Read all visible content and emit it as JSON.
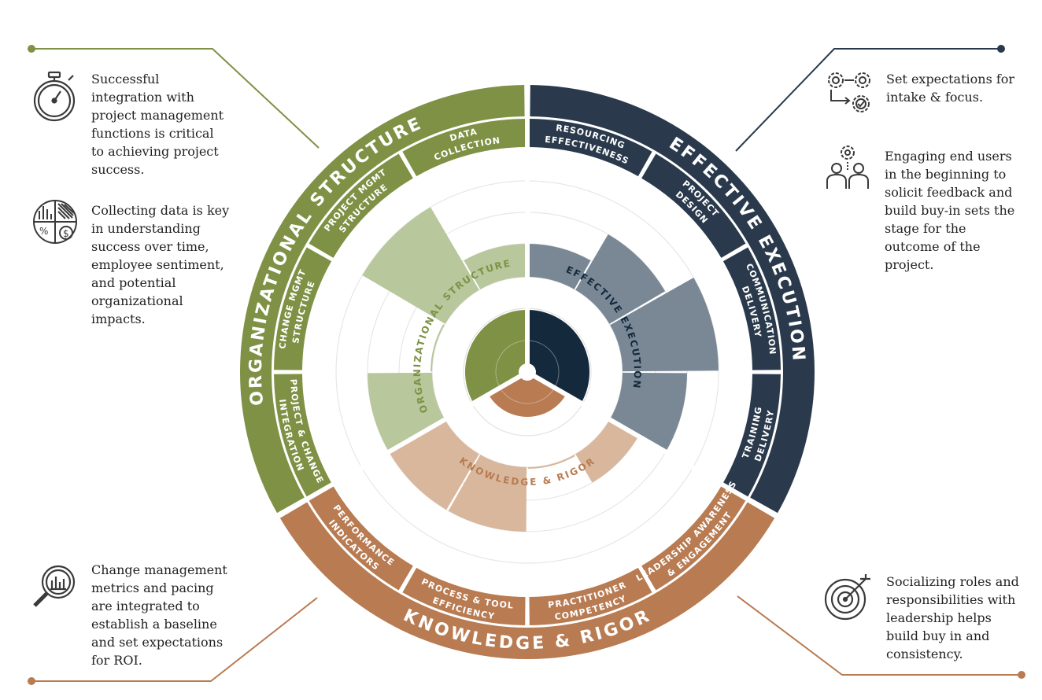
{
  "colors": {
    "green": "#7e9144",
    "green_light": "#b8c79c",
    "navy": "#2a3a4c",
    "navy_dark": "#142a3c",
    "slate": "#7a8896",
    "copper": "#b87b52",
    "copper_light": "#d9b79c"
  },
  "sections": {
    "organizational": {
      "title": "ORGANIZATIONAL STRUCTURE",
      "inner_title": "ORGANIZATIONAL STRUCTURE",
      "subs": [
        {
          "line1": "PROJECT & CHANGE",
          "line2": "INTEGRATION",
          "level": 3
        },
        {
          "line1": "CHANGE MGMT",
          "line2": "STRUCTURE",
          "level": 1
        },
        {
          "line1": "PROJECT MGMT",
          "line2": "STRUCTURE",
          "level": 4
        },
        {
          "line1": "DATA",
          "line2": "COLLECTION",
          "level": 2
        }
      ]
    },
    "effective": {
      "title": "EFFECTIVE EXECUTION",
      "inner_title": "EFFECTIVE EXECUTION",
      "subs": [
        {
          "line1": "RESOURCING",
          "line2": "EFFECTIVENESS",
          "level": 2
        },
        {
          "line1": "PROJECT",
          "line2": "DESIGN",
          "level": 3
        },
        {
          "line1": "COMMUNICATION",
          "line2": "DELIVERY",
          "level": 4
        },
        {
          "line1": "TRAINING",
          "line2": "DELIVERY",
          "level": 3
        }
      ]
    },
    "knowledge": {
      "title": "KNOWLEDGE & RIGOR",
      "inner_title": "KNOWLEDGE & RIGOR",
      "subs": [
        {
          "line1": "LEADERSHIP AWARENESS",
          "line2": "& ENGAGEMENT",
          "level": 2
        },
        {
          "line1": "PRACTITIONER",
          "line2": "COMPETENCY",
          "level": 1
        },
        {
          "line1": "PROCESS & TOOL",
          "line2": "EFFICIENCY",
          "level": 3
        },
        {
          "line1": "PERFORMANCE",
          "line2": "INDICATORS",
          "level": 3
        }
      ]
    }
  },
  "center_levels": {
    "organizational": 2,
    "effective": 2,
    "knowledge": 1
  },
  "notes": {
    "top_left": [
      "Successful",
      "integration with",
      "project management",
      "functions is critical",
      "to achieving project",
      "success."
    ],
    "mid_left": [
      "Collecting data is key",
      "in understanding",
      "success over time,",
      "employee sentiment,",
      "and potential",
      "organizational",
      "impacts."
    ],
    "bottom_left": [
      "Change management",
      "metrics and pacing",
      "are integrated to",
      "establish a baseline",
      "and set expectations",
      "for ROI."
    ],
    "top_right": [
      "Set expectations for",
      "intake & focus."
    ],
    "mid_right": [
      "Engaging end users",
      "in the beginning to",
      "solicit feedback and",
      "build buy-in sets the",
      "stage for the",
      "outcome of the",
      "project."
    ],
    "bottom_right": [
      "Socializing roles and",
      "responsibilities with",
      "leadership helps",
      "build buy in and",
      "consistency."
    ]
  },
  "icons": {
    "top_left": "stopwatch-icon",
    "mid_left": "data-analytics-icon",
    "bottom_left": "magnifier-chart-icon",
    "top_right": "gears-flow-icon",
    "mid_right": "team-gear-icon",
    "bottom_right": "target-icon"
  }
}
